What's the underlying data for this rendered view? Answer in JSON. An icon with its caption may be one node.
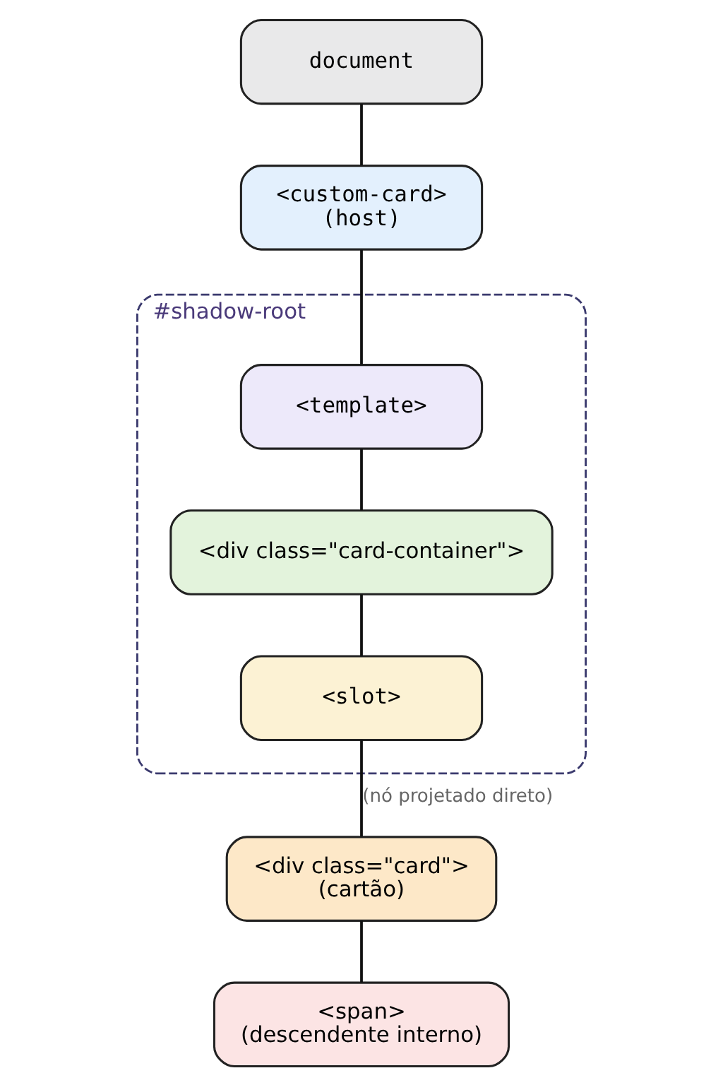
{
  "diagram": {
    "nodes": [
      {
        "text": [
          "document"
        ]
      },
      {
        "text": [
          "<custom-card>",
          "(host)"
        ]
      },
      {
        "text": [
          "#shadow-root"
        ]
      },
      {
        "text": [
          "<template>"
        ],
        "in": 2
      },
      {
        "text": [
          "<div class=\"card-container\">"
        ],
        "in": 2
      },
      {
        "text": [
          "<slot>"
        ],
        "in": 2
      },
      {
        "text": [
          "<div class=\"card\">",
          "(cartão)"
        ]
      },
      {
        "text": [
          "<span>",
          "(descendente interno)"
        ]
      }
    ],
    "edges": [
      {
        "from": 0,
        "to": 1,
        "arrow": "none"
      },
      {
        "from": 1,
        "to": 3,
        "arrow": "none"
      },
      {
        "from": 3,
        "to": 4,
        "arrow": "none"
      },
      {
        "from": 4,
        "to": 5,
        "arrow": "none"
      },
      {
        "from": 5,
        "to": 6,
        "arrow": "none",
        "label": "(nó projetado direto)"
      },
      {
        "from": 6,
        "to": 7,
        "arrow": "none"
      }
    ]
  }
}
